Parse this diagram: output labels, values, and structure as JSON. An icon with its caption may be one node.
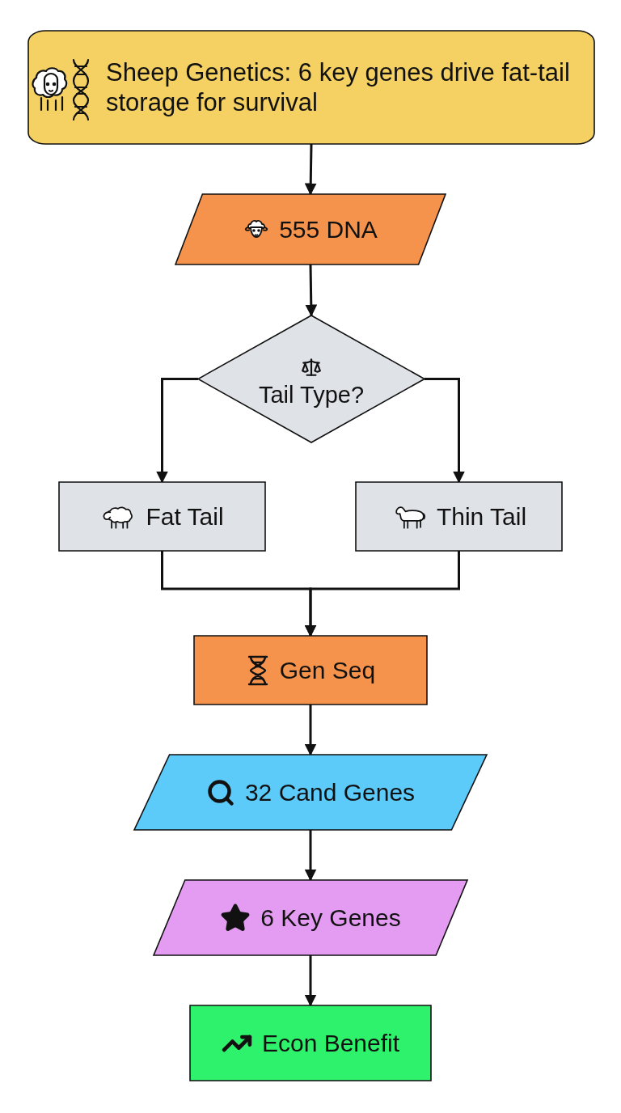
{
  "diagram": {
    "nodes": [
      {
        "text": [
          "Sheep Genetics: 6 key genes drive fat-tail storage for survival"
        ]
      },
      {
        "text": [
          "555 DNA"
        ]
      },
      {
        "text": [
          "Tail Type?"
        ]
      },
      {
        "text": [
          "Fat Tail"
        ]
      },
      {
        "text": [
          "Thin Tail"
        ]
      },
      {
        "text": [
          "Gen Seq"
        ]
      },
      {
        "text": [
          "32 Cand Genes"
        ]
      },
      {
        "text": [
          "6 Key Genes"
        ]
      },
      {
        "text": [
          "Econ Benefit"
        ]
      }
    ],
    "edges": [
      {
        "from": 0,
        "to": 1,
        "arrow": "to"
      },
      {
        "from": 1,
        "to": 2,
        "arrow": "to"
      },
      {
        "from": 2,
        "to": 3,
        "arrow": "to"
      },
      {
        "from": 2,
        "to": 4,
        "arrow": "to"
      },
      {
        "from": 3,
        "to": 5,
        "arrow": "to"
      },
      {
        "from": 4,
        "to": 5,
        "arrow": "to"
      },
      {
        "from": 5,
        "to": 6,
        "arrow": "to"
      },
      {
        "from": 6,
        "to": 7,
        "arrow": "to"
      },
      {
        "from": 7,
        "to": 8,
        "arrow": "to"
      }
    ]
  }
}
